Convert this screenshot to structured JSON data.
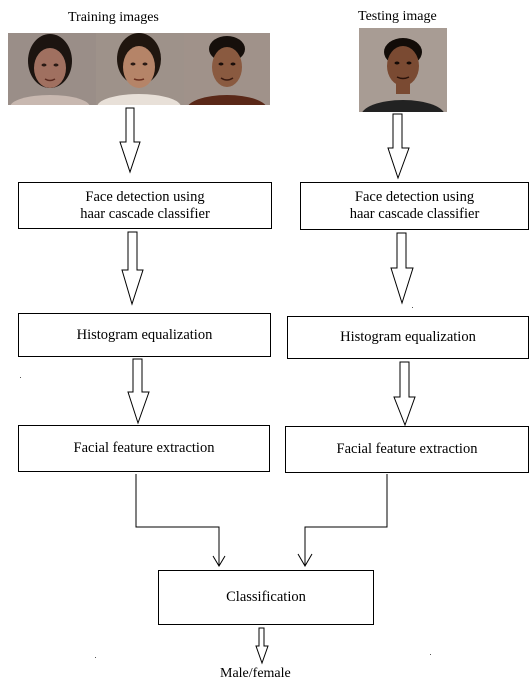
{
  "training": {
    "title": "Training images",
    "photos": [
      {
        "desc": "woman face 1",
        "skin": "#a07060",
        "hair": "#1c1410",
        "bg": "#9a8e88",
        "cloth": "#c8b8b0"
      },
      {
        "desc": "woman face 2",
        "skin": "#b58468",
        "hair": "#20160f",
        "bg": "#9e928a",
        "cloth": "#e8e0d8"
      },
      {
        "desc": "man face",
        "skin": "#8a5a40",
        "hair": "#160f0b",
        "bg": "#a0928a",
        "cloth": "#5a2818"
      }
    ],
    "steps": [
      {
        "lines": [
          "Face detection using",
          "haar cascade classifier"
        ]
      },
      {
        "lines": [
          "Histogram equalization"
        ]
      },
      {
        "lines": [
          "Facial feature extraction"
        ]
      }
    ]
  },
  "testing": {
    "title": "Testing image",
    "photo": {
      "desc": "man face",
      "skin": "#7a4a32",
      "hair": "#120c08",
      "bg": "#a89c94",
      "cloth": "#222222"
    },
    "steps": [
      {
        "lines": [
          "Face detection using",
          "haar cascade classifier"
        ]
      },
      {
        "lines": [
          "Histogram equalization"
        ]
      },
      {
        "lines": [
          "Facial feature extraction"
        ]
      }
    ]
  },
  "classification": {
    "label": "Classification"
  },
  "output": {
    "label": "Male/female"
  }
}
